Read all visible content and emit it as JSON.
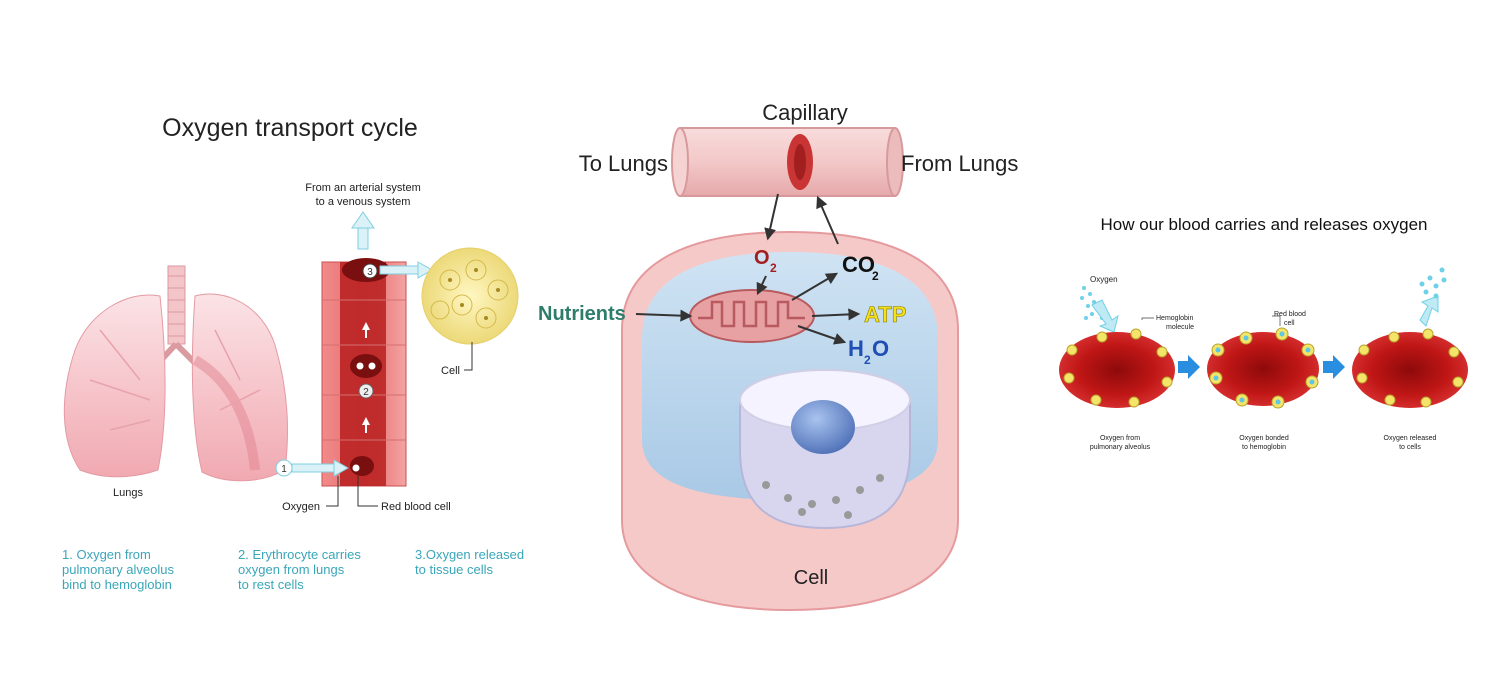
{
  "panel1": {
    "title": "Oxygen transport cycle",
    "top_label_1": "From an arterial system",
    "top_label_2": "to a venous system",
    "cell_label": "Cell",
    "lungs_label": "Lungs",
    "oxygen_label": "Oxygen",
    "rbc_label": "Red blood cell",
    "badges": [
      "1",
      "2",
      "3"
    ],
    "steps": [
      {
        "lines": [
          "1. Oxygen from",
          "pulmonary alveolus",
          "bind to hemoglobin"
        ]
      },
      {
        "lines": [
          "2. Erythrocyte carries",
          "oxygen from lungs",
          "to rest cells"
        ]
      },
      {
        "lines": [
          "3.Oxygen released",
          "to tissue cells"
        ]
      }
    ],
    "step_color": "#3aa6b9"
  },
  "panel2": {
    "capillary": "Capillary",
    "to_lungs": "To Lungs",
    "from_lungs": "From Lungs",
    "nutrients": "Nutrients",
    "o2_main": "O",
    "o2_sub": "2",
    "co2_main": "CO",
    "co2_sub": "2",
    "atp": "ATP",
    "h2o_h": "H",
    "h2o_sub": "2",
    "h2o_o": "O",
    "cell": "Cell",
    "colors": {
      "nutrients": "#2e7d6b",
      "atp": "#f5e11a",
      "h2o": "#1f4fb5",
      "o2": "#a31f1f"
    }
  },
  "panel3": {
    "title": "How our blood carries and releases oxygen",
    "oxygen": "Oxygen",
    "hemoglobin_1": "Hemoglobin",
    "hemoglobin_2": "molecule",
    "rbc_1": "Red blood",
    "rbc_2": "cell",
    "captions": [
      {
        "lines": [
          "Oxygen from",
          "pulmonary alveolus"
        ]
      },
      {
        "lines": [
          "Oxygen bonded",
          "to hemoglobin"
        ]
      },
      {
        "lines": [
          "Oxygen released",
          "to cells"
        ]
      }
    ]
  }
}
